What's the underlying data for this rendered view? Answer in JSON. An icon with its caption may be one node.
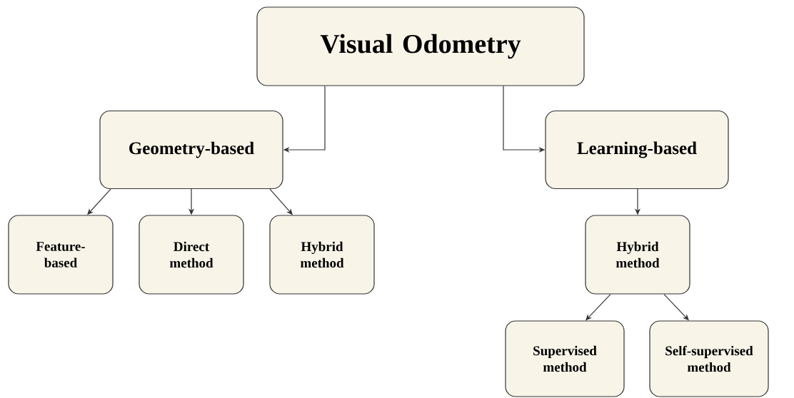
{
  "diagram": {
    "nodes": [
      {
        "text": [
          "Visual Odometry"
        ]
      },
      {
        "text": [
          "Geometry-based"
        ]
      },
      {
        "text": [
          "Learning-based"
        ]
      },
      {
        "text": [
          "Feature-based"
        ]
      },
      {
        "text": [
          "Direct method"
        ]
      },
      {
        "text": [
          "Hybrid method"
        ]
      },
      {
        "text": [
          "Hybrid method"
        ]
      },
      {
        "text": [
          "Supervised method"
        ]
      },
      {
        "text": [
          "Self-supervised method"
        ]
      }
    ],
    "edges": [
      {
        "from": 0,
        "to": 1,
        "arrow": "to"
      },
      {
        "from": 0,
        "to": 2,
        "arrow": "to"
      },
      {
        "from": 1,
        "to": 3,
        "arrow": "to"
      },
      {
        "from": 1,
        "to": 4,
        "arrow": "to"
      },
      {
        "from": 1,
        "to": 5,
        "arrow": "to"
      },
      {
        "from": 2,
        "to": 6,
        "arrow": "to"
      },
      {
        "from": 6,
        "to": 7,
        "arrow": "to"
      },
      {
        "from": 6,
        "to": 8,
        "arrow": "to"
      }
    ]
  }
}
